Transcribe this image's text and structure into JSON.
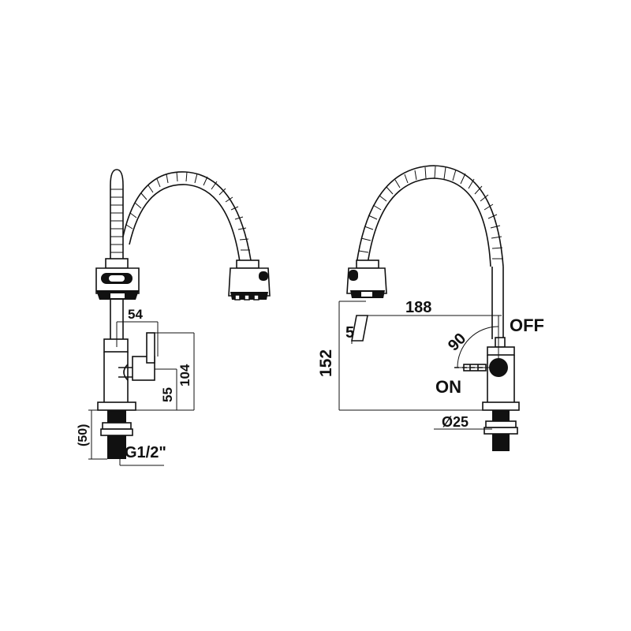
{
  "front_view": {
    "dims": {
      "width_54": "54",
      "height_104": "104",
      "height_55": "55",
      "base_50": "(50)",
      "thread": "G1/2\""
    }
  },
  "side_view": {
    "dims": {
      "reach_188": "188",
      "height_152": "152",
      "angle_90": "90",
      "offset_5": "5",
      "diameter_25": "Ø25"
    },
    "labels": {
      "off": "OFF",
      "on": "ON"
    }
  }
}
